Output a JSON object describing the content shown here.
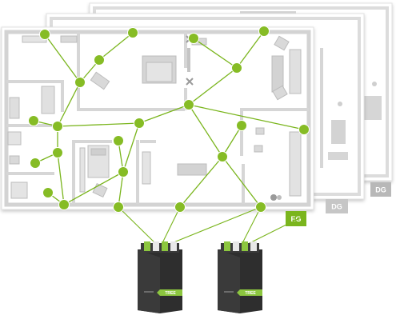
{
  "floors": [
    {
      "label": "DG",
      "color": "#b8b8b8",
      "text_color": "#ffffff"
    },
    {
      "label": "DG",
      "color": "#c6c6c6",
      "text_color": "#ffffff"
    },
    {
      "label": "EG",
      "color": "#7ab51d",
      "text_color": "#ffffff"
    }
  ],
  "gateways": [
    {
      "label": "TREE"
    },
    {
      "label": "TREE"
    }
  ],
  "colors": {
    "node": "#86bc25",
    "link": "#7ab51d",
    "wall": "#d3d3d3",
    "furniture": "#b9b9b9",
    "device_body": "#2e2e2e",
    "device_accent": "#8cc63f"
  },
  "icons": [
    "sensor-node-icon",
    "gateway-device-icon",
    "fan-icon"
  ]
}
